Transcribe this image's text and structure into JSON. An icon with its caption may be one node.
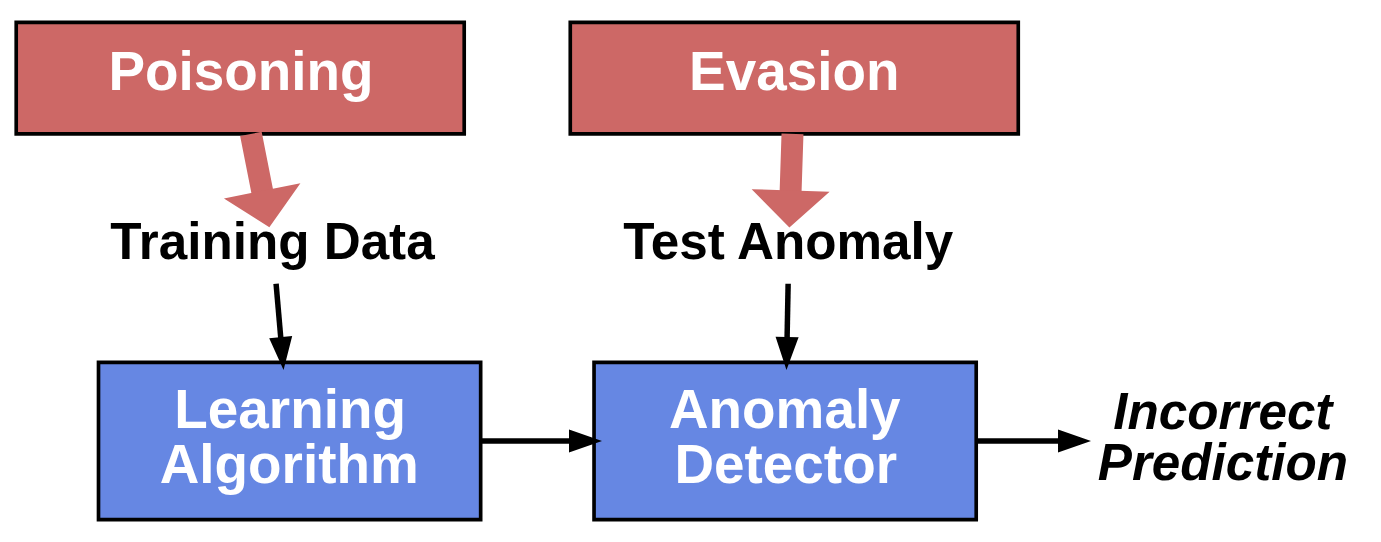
{
  "diagram": {
    "nodes": [
      {
        "text": [
          "Poisoning"
        ]
      },
      {
        "text": [
          "Evasion"
        ]
      },
      {
        "text": [
          "Training Data"
        ]
      },
      {
        "text": [
          "Test Anomaly"
        ]
      },
      {
        "text": [
          "Learning Algorithm"
        ]
      },
      {
        "text": [
          "Anomaly Detector"
        ]
      },
      {
        "text": [
          "Incorrect Prediction"
        ]
      }
    ],
    "edges": [
      {
        "from": 0,
        "to": 2,
        "arrow": "to",
        "style": "thick",
        "color": "#cd6866"
      },
      {
        "from": 1,
        "to": 3,
        "arrow": "to",
        "style": "thick",
        "color": "#cd6866"
      },
      {
        "from": 2,
        "to": 4,
        "arrow": "to"
      },
      {
        "from": 3,
        "to": 5,
        "arrow": "to"
      },
      {
        "from": 4,
        "to": 5,
        "arrow": "to"
      },
      {
        "from": 5,
        "to": 6,
        "arrow": "to"
      }
    ]
  }
}
